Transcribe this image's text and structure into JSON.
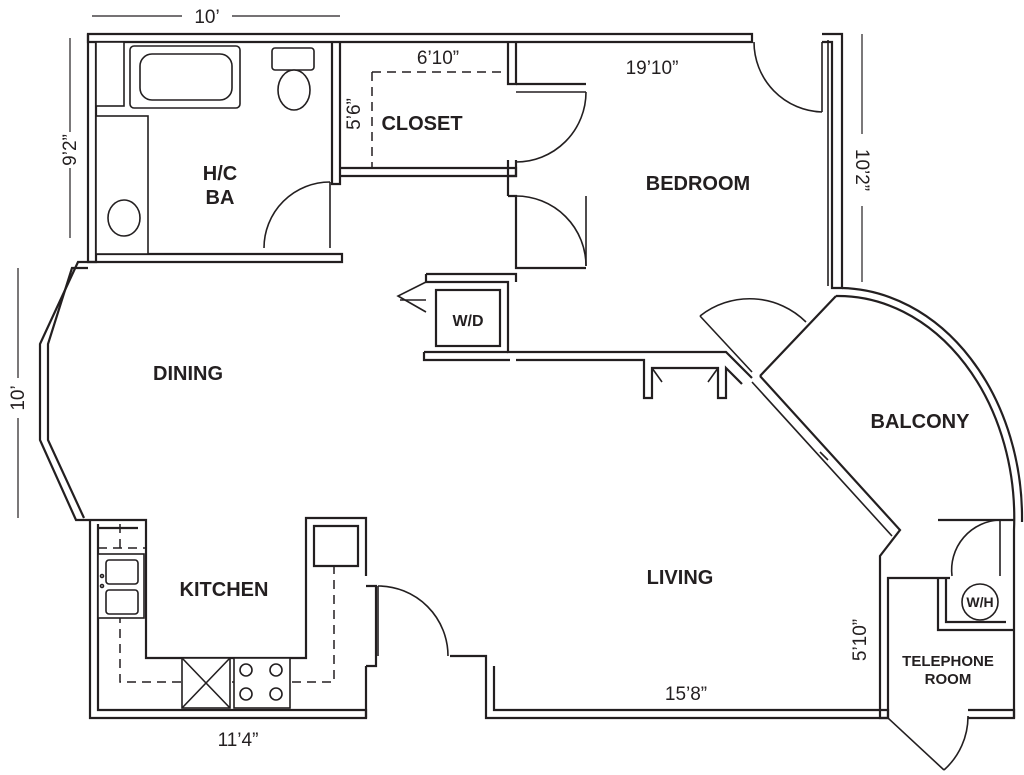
{
  "rooms": {
    "bath_line1": "H/C",
    "bath_line2": "BA",
    "closet": "CLOSET",
    "bedroom": "BEDROOM",
    "dining": "DINING",
    "washer_dryer": "W/D",
    "balcony": "BALCONY",
    "kitchen": "KITCHEN",
    "living": "LIVING",
    "water_heater": "W/H",
    "telephone_line1": "TELEPHONE",
    "telephone_line2": "ROOM"
  },
  "dimensions": {
    "top_width": "10’",
    "bath_height": "9’2”",
    "closet_width": "6’10”",
    "closet_height": "5’6”",
    "bedroom_width": "19’10”",
    "bedroom_height": "10’2”",
    "dining_height": "10’",
    "kitchen_width": "11’4”",
    "living_width": "15’8”",
    "telephone_height": "5’10”"
  }
}
